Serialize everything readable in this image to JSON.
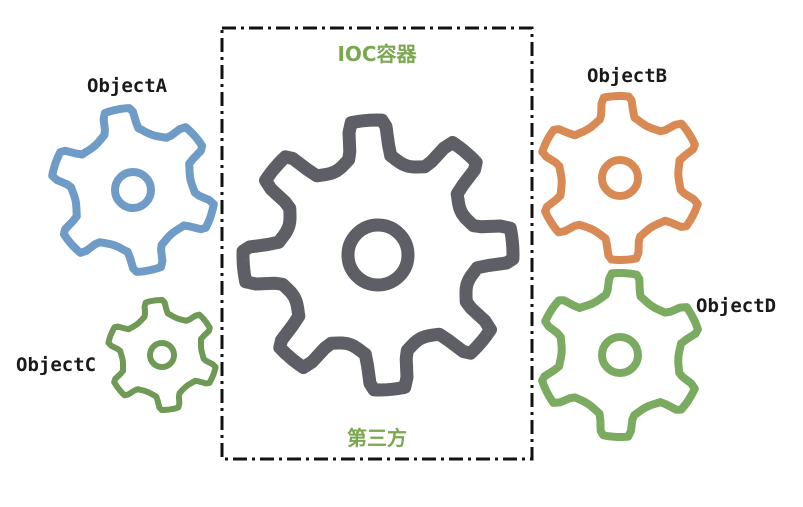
{
  "container": {
    "title": "IOC容器",
    "subtitle": "第三方",
    "title_color": "#7aa74f",
    "border_color": "#111111"
  },
  "objects": [
    {
      "id": "a",
      "label": "ObjectA",
      "color": "#6e9cc6",
      "icon": "gear-icon"
    },
    {
      "id": "b",
      "label": "ObjectB",
      "color": "#d98a54",
      "icon": "gear-icon"
    },
    {
      "id": "c",
      "label": "ObjectC",
      "color": "#6f9a56",
      "icon": "gear-icon"
    },
    {
      "id": "d",
      "label": "ObjectD",
      "color": "#7aab60",
      "icon": "gear-icon"
    }
  ],
  "center_gear": {
    "color": "#5d5e66",
    "icon": "gear-icon"
  }
}
